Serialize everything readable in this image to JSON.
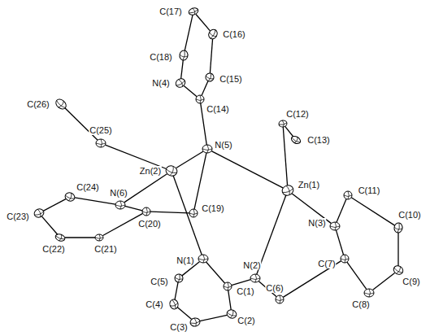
{
  "diagram": {
    "nodes": [
      {
        "text": [
          "C(17)"
        ]
      },
      {
        "text": [
          "C(16)"
        ]
      },
      {
        "text": [
          "C(18)"
        ]
      },
      {
        "text": [
          "N(4)"
        ]
      },
      {
        "text": [
          "C(15)"
        ]
      },
      {
        "text": [
          "C(26)"
        ]
      },
      {
        "text": [
          "C(14)"
        ]
      },
      {
        "text": [
          "C(12)"
        ]
      },
      {
        "text": [
          "C(25)"
        ]
      },
      {
        "text": [
          "C(13)"
        ]
      },
      {
        "text": [
          "N(5)"
        ]
      },
      {
        "text": [
          "Zn(2)"
        ]
      },
      {
        "text": [
          "Zn(1)"
        ]
      },
      {
        "text": [
          "C(11)"
        ]
      },
      {
        "text": [
          "C(24)"
        ]
      },
      {
        "text": [
          "N(6)"
        ]
      },
      {
        "text": [
          "C(19)"
        ]
      },
      {
        "text": [
          "C(10)"
        ]
      },
      {
        "text": [
          "C(23)"
        ]
      },
      {
        "text": [
          "C(20)"
        ]
      },
      {
        "text": [
          "N(3)"
        ]
      },
      {
        "text": [
          "C(22)"
        ]
      },
      {
        "text": [
          "C(21)"
        ]
      },
      {
        "text": [
          "N(1)"
        ]
      },
      {
        "text": [
          "C(7)"
        ]
      },
      {
        "text": [
          "N(2)"
        ]
      },
      {
        "text": [
          "C(5)"
        ]
      },
      {
        "text": [
          "C(1)"
        ]
      },
      {
        "text": [
          "C(6)"
        ]
      },
      {
        "text": [
          "C(9)"
        ]
      },
      {
        "text": [
          "C(4)"
        ]
      },
      {
        "text": [
          "C(8)"
        ]
      },
      {
        "text": [
          "C(2)"
        ]
      },
      {
        "text": [
          "C(3)"
        ]
      }
    ],
    "edges": [
      {
        "from": 0,
        "to": 1,
        "arrow": "none"
      },
      {
        "from": 1,
        "to": 4,
        "arrow": "none"
      },
      {
        "from": 4,
        "to": 6,
        "arrow": "none"
      },
      {
        "from": 6,
        "to": 3,
        "arrow": "none"
      },
      {
        "from": 3,
        "to": 2,
        "arrow": "none"
      },
      {
        "from": 2,
        "to": 0,
        "arrow": "none"
      },
      {
        "from": 6,
        "to": 10,
        "arrow": "none"
      },
      {
        "from": 10,
        "to": 11,
        "arrow": "none"
      },
      {
        "from": 10,
        "to": 12,
        "arrow": "none"
      },
      {
        "from": 10,
        "to": 16,
        "arrow": "none"
      },
      {
        "from": 11,
        "to": 8,
        "arrow": "none"
      },
      {
        "from": 8,
        "to": 5,
        "arrow": "none"
      },
      {
        "from": 11,
        "to": 15,
        "arrow": "none"
      },
      {
        "from": 11,
        "to": 23,
        "arrow": "none"
      },
      {
        "from": 16,
        "to": 19,
        "arrow": "none"
      },
      {
        "from": 19,
        "to": 15,
        "arrow": "none"
      },
      {
        "from": 15,
        "to": 14,
        "arrow": "none"
      },
      {
        "from": 14,
        "to": 18,
        "arrow": "none"
      },
      {
        "from": 18,
        "to": 21,
        "arrow": "none"
      },
      {
        "from": 21,
        "to": 22,
        "arrow": "none"
      },
      {
        "from": 22,
        "to": 19,
        "arrow": "none"
      },
      {
        "from": 12,
        "to": 7,
        "arrow": "none"
      },
      {
        "from": 7,
        "to": 9,
        "arrow": "none"
      },
      {
        "from": 12,
        "to": 20,
        "arrow": "none"
      },
      {
        "from": 12,
        "to": 25,
        "arrow": "none"
      },
      {
        "from": 20,
        "to": 13,
        "arrow": "none"
      },
      {
        "from": 13,
        "to": 17,
        "arrow": "none"
      },
      {
        "from": 17,
        "to": 29,
        "arrow": "none"
      },
      {
        "from": 29,
        "to": 31,
        "arrow": "none"
      },
      {
        "from": 31,
        "to": 24,
        "arrow": "none"
      },
      {
        "from": 24,
        "to": 20,
        "arrow": "none"
      },
      {
        "from": 24,
        "to": 28,
        "arrow": "none"
      },
      {
        "from": 28,
        "to": 25,
        "arrow": "none"
      },
      {
        "from": 25,
        "to": 27,
        "arrow": "none"
      },
      {
        "from": 27,
        "to": 23,
        "arrow": "none"
      },
      {
        "from": 23,
        "to": 26,
        "arrow": "none"
      },
      {
        "from": 26,
        "to": 30,
        "arrow": "none"
      },
      {
        "from": 30,
        "to": 33,
        "arrow": "none"
      },
      {
        "from": 33,
        "to": 32,
        "arrow": "none"
      },
      {
        "from": 32,
        "to": 27,
        "arrow": "none"
      }
    ]
  }
}
